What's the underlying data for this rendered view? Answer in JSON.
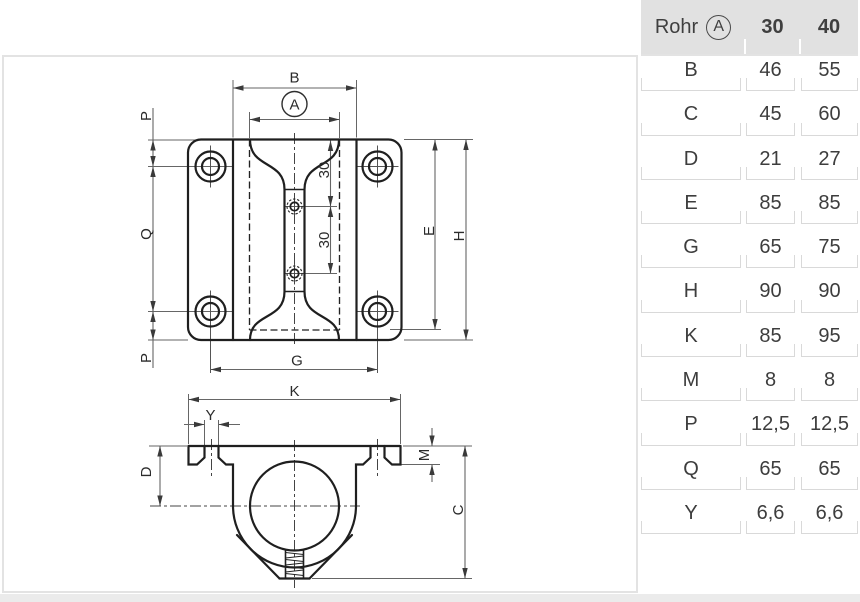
{
  "table": {
    "header": {
      "label": "Rohr",
      "badge": "A",
      "col_30": "30",
      "col_40": "40"
    },
    "rows": [
      {
        "dim": "B",
        "v30": "46",
        "v40": "55"
      },
      {
        "dim": "C",
        "v30": "45",
        "v40": "60"
      },
      {
        "dim": "D",
        "v30": "21",
        "v40": "27"
      },
      {
        "dim": "E",
        "v30": "85",
        "v40": "85"
      },
      {
        "dim": "G",
        "v30": "65",
        "v40": "75"
      },
      {
        "dim": "H",
        "v30": "90",
        "v40": "90"
      },
      {
        "dim": "K",
        "v30": "85",
        "v40": "95"
      },
      {
        "dim": "M",
        "v30": "8",
        "v40": "8"
      },
      {
        "dim": "P",
        "v30": "12,5",
        "v40": "12,5"
      },
      {
        "dim": "Q",
        "v30": "65",
        "v40": "65"
      },
      {
        "dim": "Y",
        "v30": "6,6",
        "v40": "6,6"
      }
    ]
  },
  "drawing": {
    "labels": {
      "A": "A",
      "B": "B",
      "C": "C",
      "D": "D",
      "E": "E",
      "G": "G",
      "H": "H",
      "K": "K",
      "M": "M",
      "P": "P",
      "Q": "Q",
      "Y": "Y",
      "spacing_30": "30"
    }
  },
  "colors": {
    "header_bg": "#e1e1e1",
    "panel_border": "#e3e3e3",
    "outline": "#1f1f1f",
    "dimension_line": "#666666",
    "table_text": "#3d3d3d",
    "cell_underline": "#d9d9d9",
    "bottom_strip": "#ebebeb"
  }
}
